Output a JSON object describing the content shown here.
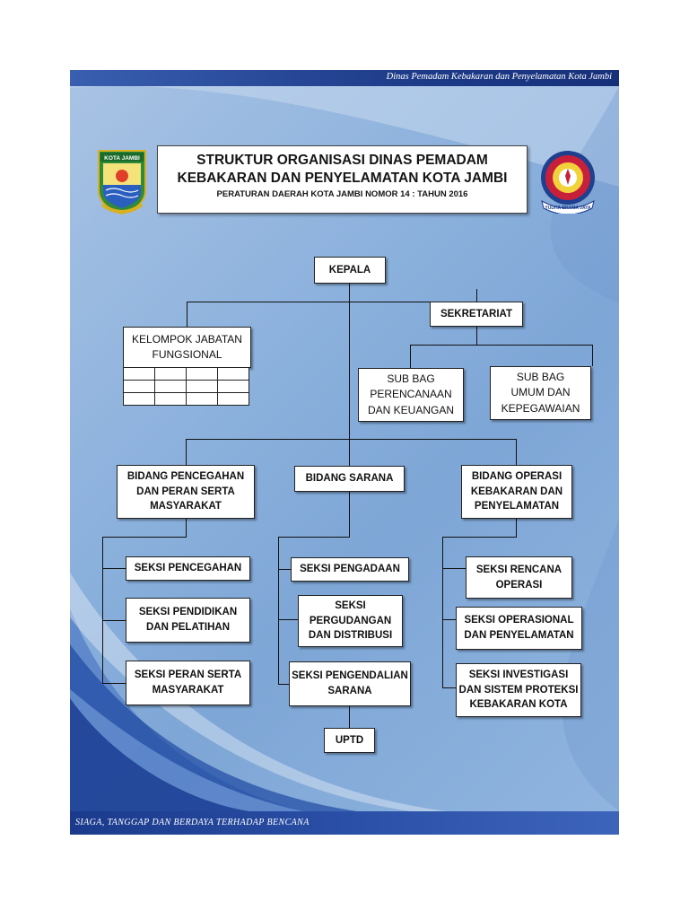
{
  "header": {
    "text": "Dinas Pemadam Kebakaran dan Penyelamatan Kota Jambi"
  },
  "footer": {
    "text": "SIAGA, TANGGAP DAN BERDAYA TERHADAP BENCANA"
  },
  "title": {
    "line1": "STRUKTUR ORGANISASI DINAS PEMADAM",
    "line2": "KEBAKARAN DAN PENYELAMATAN KOTA JAMBI",
    "line3": "PERATURAN DAERAH KOTA JAMBI NOMOR 14 : TAHUN 2016"
  },
  "logos": {
    "left": {
      "icon": "kota-jambi-emblem-icon",
      "text": "KOTA JAMBI"
    },
    "right": {
      "icon": "damkar-emblem-icon",
      "text": "YUDHA BRAMA JAYA"
    }
  },
  "org": {
    "kepala": "KEPALA",
    "sekretariat": "SEKRETARIAT",
    "kelompok": [
      "KELOMPOK JABATAN",
      "FUNGSIONAL"
    ],
    "subbag_perencanaan": [
      "SUB BAG",
      "PERENCANAAN",
      "DAN KEUANGAN"
    ],
    "subbag_umum": [
      "SUB BAG",
      "UMUM DAN",
      "KEPEGAWAIAN"
    ],
    "bidang_pencegahan": [
      "BIDANG PENCEGAHAN",
      "DAN PERAN SERTA",
      "MASYARAKAT"
    ],
    "bidang_sarana": "BIDANG SARANA",
    "bidang_operasi": [
      "BIDANG OPERASI",
      "KEBAKARAN DAN",
      "PENYELAMATAN"
    ],
    "seksi_pencegahan": "SEKSI PENCEGAHAN",
    "seksi_pendidikan": [
      "SEKSI PENDIDIKAN",
      "DAN PELATIHAN"
    ],
    "seksi_peran_serta": [
      "SEKSI PERAN SERTA",
      "MASYARAKAT"
    ],
    "seksi_pengadaan": "SEKSI PENGADAAN",
    "seksi_pergudangan": [
      "SEKSI",
      "PERGUDANGAN",
      "DAN DISTRIBUSI"
    ],
    "seksi_pengendalian": [
      "SEKSI PENGENDALIAN",
      "SARANA"
    ],
    "seksi_rencana": [
      "SEKSI RENCANA",
      "OPERASI"
    ],
    "seksi_operasional": [
      "SEKSI OPERASIONAL",
      "DAN PENYELAMATAN"
    ],
    "seksi_investigasi": [
      "SEKSI INVESTIGASI",
      "DAN SISTEM PROTEKSI",
      "KEBAKARAN KOTA"
    ],
    "uptd": "UPTD"
  },
  "colors": {
    "panel": "#8db2dd",
    "band": "#1e3c8a",
    "box": "#ffffff",
    "line": "#111111"
  }
}
